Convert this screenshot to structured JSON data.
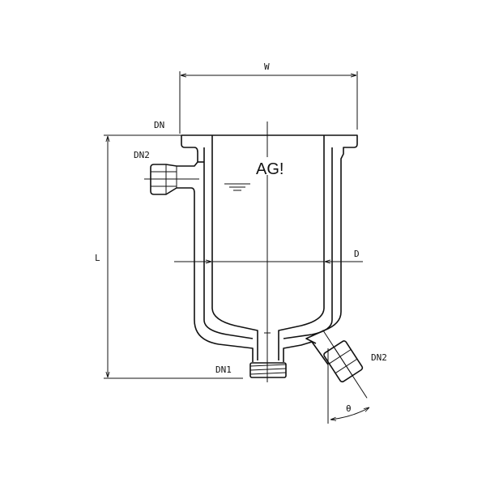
{
  "labels": {
    "width": "W",
    "flange": "DN",
    "side_nozzle_top": "DN2",
    "length": "L",
    "diameter": "D",
    "bottom_outlet": "DN1",
    "side_nozzle_bottom": "DN2",
    "angle": "θ"
  },
  "logo": {
    "text": "AG!"
  }
}
